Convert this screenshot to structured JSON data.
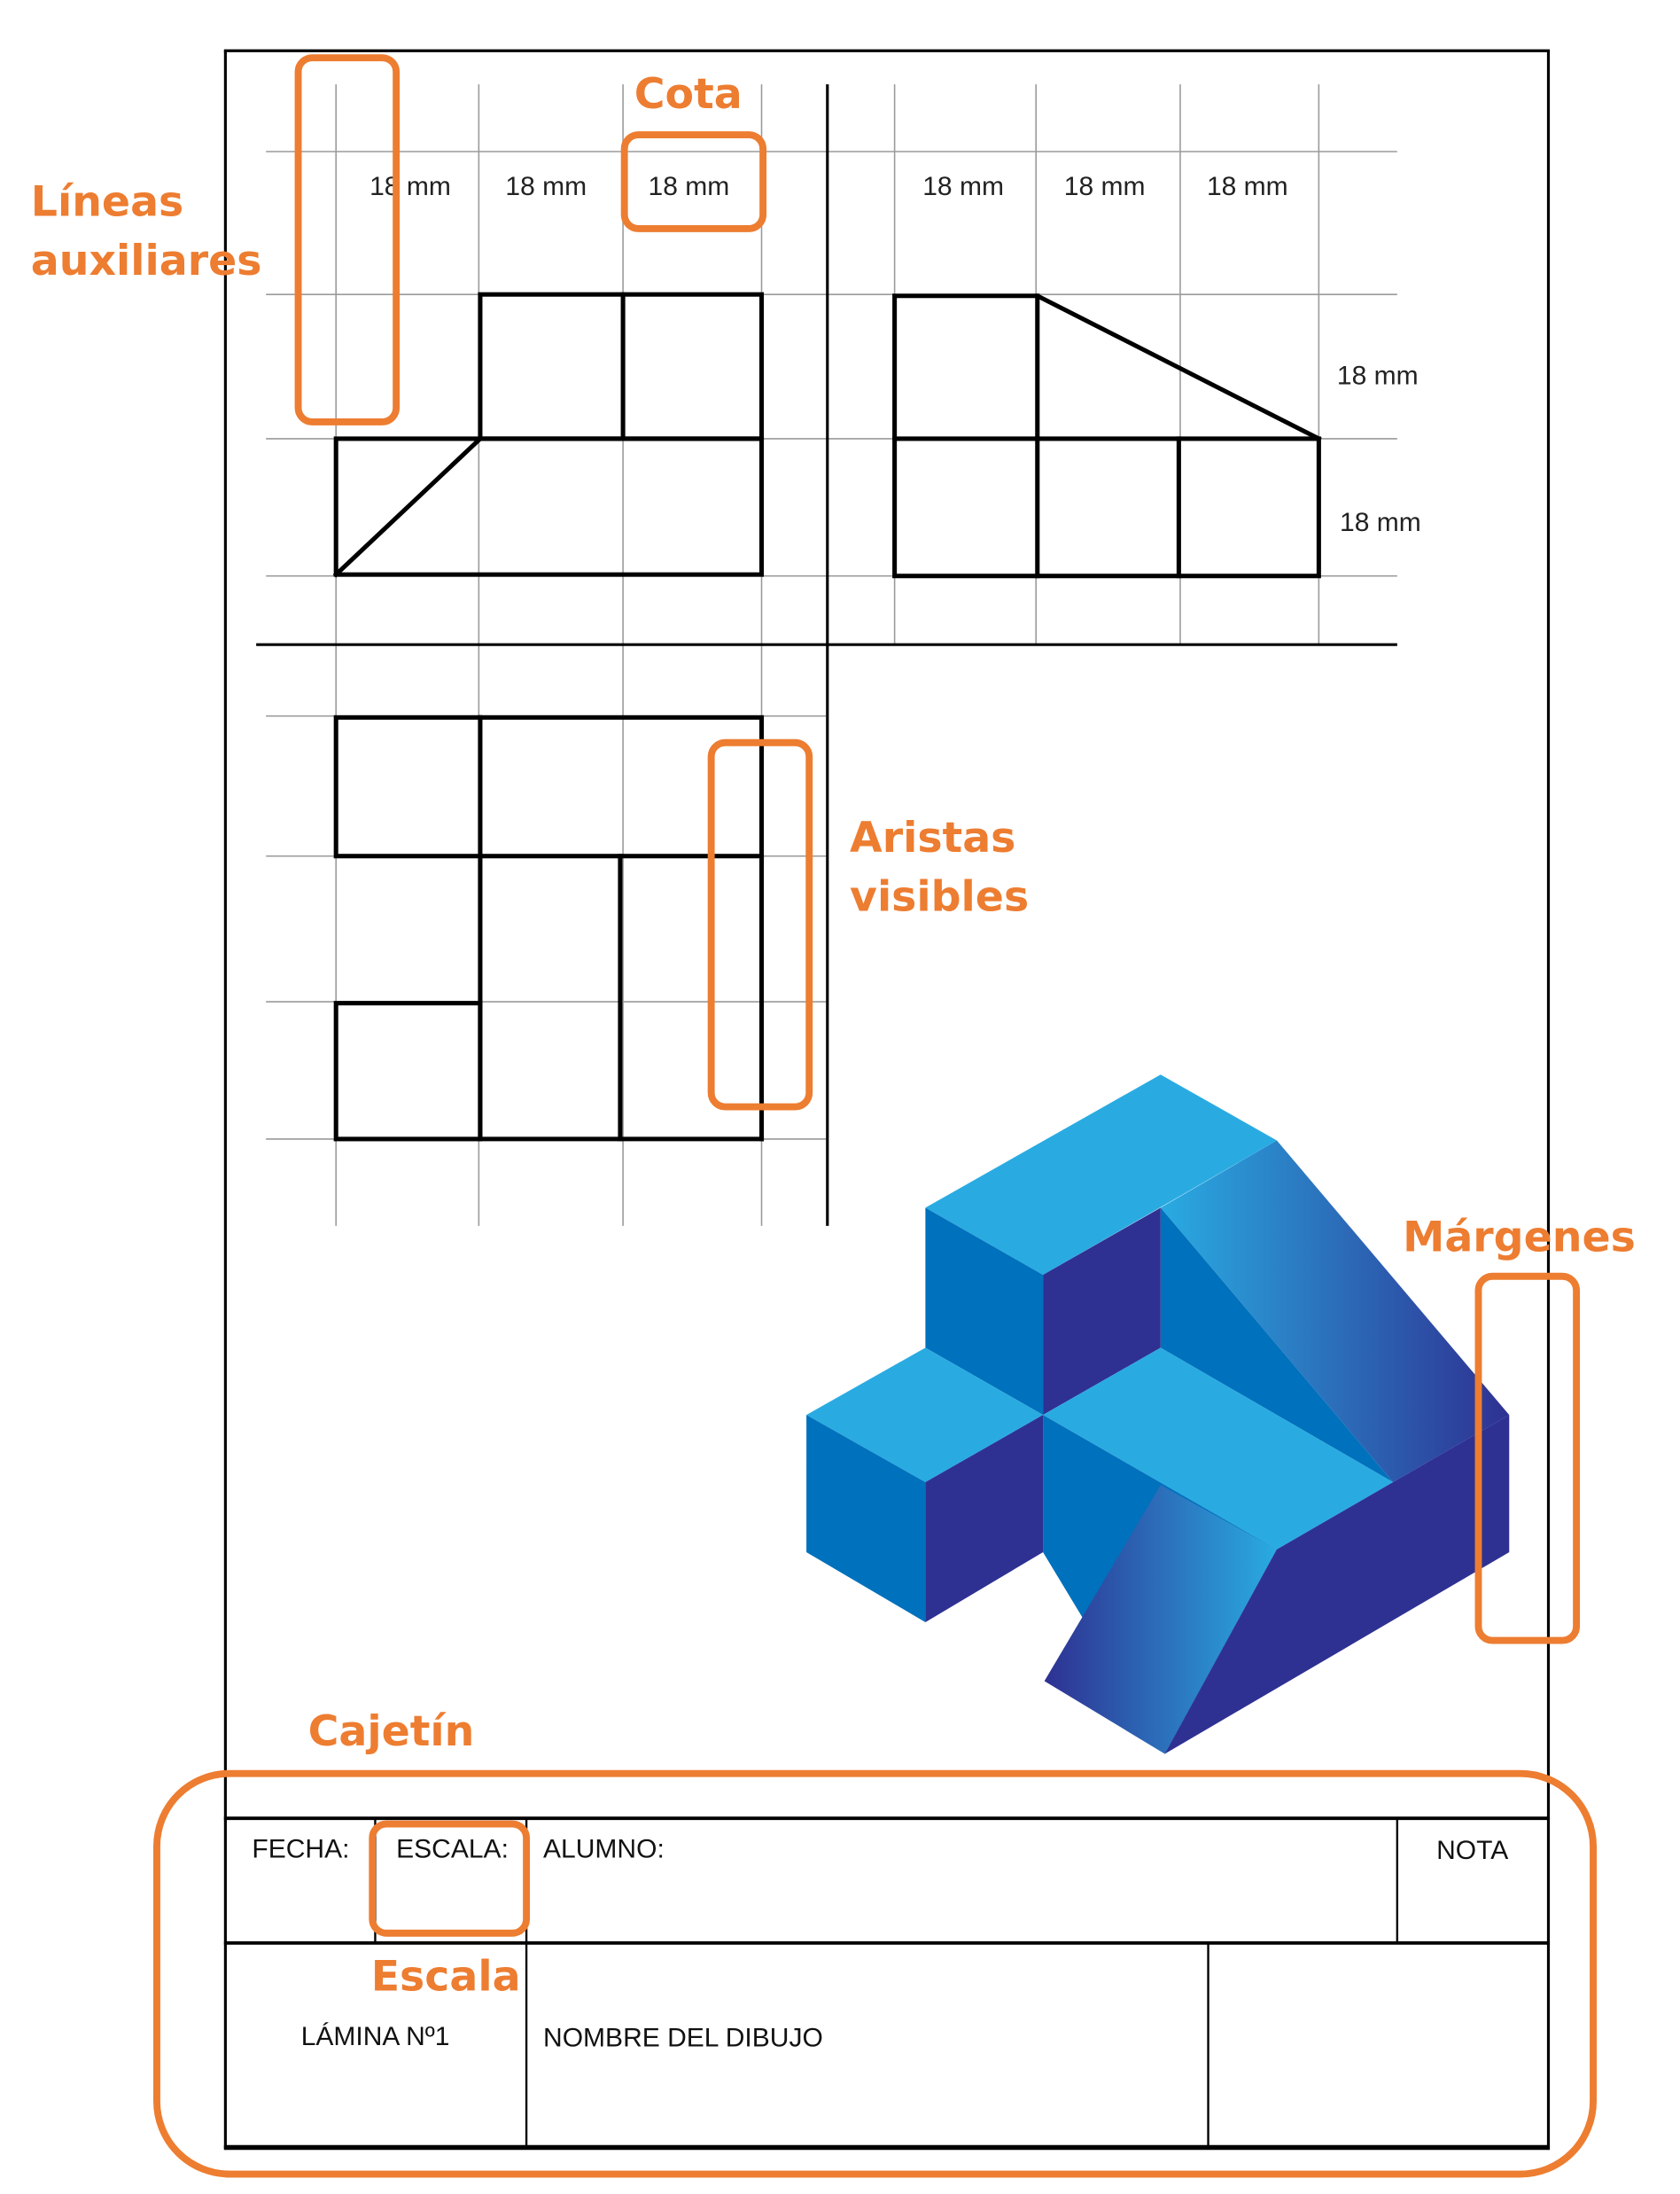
{
  "colors": {
    "annotation": "#ED7D31",
    "iso_light": "#29ABE2",
    "iso_mid": "#0071BC",
    "iso_dark": "#2E3192",
    "line": "#000000",
    "aux_line": "#9A9A9A"
  },
  "dimensions": {
    "front": [
      "18 mm",
      "18 mm",
      "18 mm"
    ],
    "side": [
      "18 mm",
      "18 mm",
      "18 mm"
    ],
    "side_vertical": [
      "18 mm",
      "18 mm"
    ]
  },
  "annotations": {
    "lineas_1": "Líneas",
    "lineas_2": "auxiliares",
    "cota": "Cota",
    "aristas_1": "Aristas",
    "aristas_2": "visibles",
    "margenes": "Márgenes",
    "cajetin": "Cajetín",
    "escala": "Escala"
  },
  "title_block": {
    "fecha": "FECHA:",
    "escala": "ESCALA:",
    "alumno": "ALUMNO:",
    "nota": "NOTA",
    "lamina": "LÁMINA Nº1",
    "nombre": "NOMBRE DEL DIBUJO"
  }
}
